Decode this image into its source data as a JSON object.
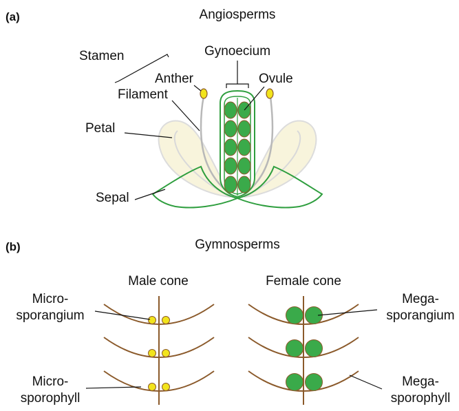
{
  "panels": {
    "a": {
      "letter": "(a)",
      "title": "Angiosperms",
      "labels": {
        "stamen": "Stamen",
        "anther": "Anther",
        "filament": "Filament",
        "gynoecium": "Gynoecium",
        "ovule": "Ovule",
        "petal": "Petal",
        "sepal": "Sepal"
      }
    },
    "b": {
      "letter": "(b)",
      "title": "Gymnosperms",
      "male_cone": "Male cone",
      "female_cone": "Female cone",
      "labels": {
        "micro_line1": "Micro-",
        "microsporangium_line2": "sporangium",
        "microsporophyll_line2": "sporophyll",
        "mega_line1": "Mega-",
        "megasporangium_line2": "sporangium",
        "megasporophyll_line2": "sporophyll"
      }
    }
  },
  "colors": {
    "ovule_green": "#3aaa4a",
    "ovule_outline": "#8b5a2b",
    "carpel_green": "#2e9e3e",
    "anther_yellow": "#f2e41c",
    "petal_fill": "#f8f4dc",
    "petal_outline": "#d9d9d9",
    "stem_brown": "#8b5a2b",
    "filament_gray": "#b8b8b8"
  }
}
